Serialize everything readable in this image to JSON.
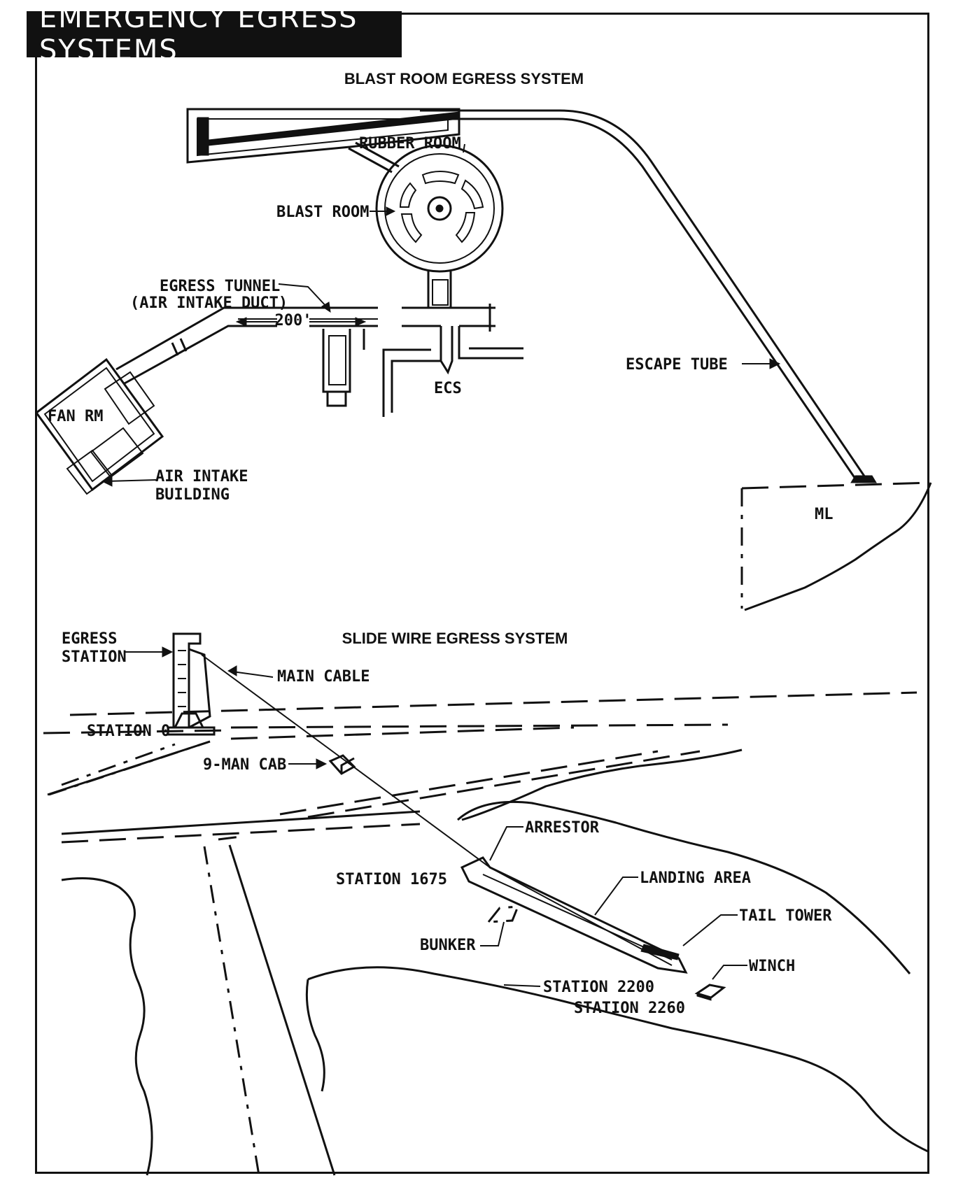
{
  "title": "EMERGENCY EGRESS SYSTEMS",
  "blast": {
    "heading": "BLAST ROOM EGRESS SYSTEM",
    "labels": {
      "rubber_room": "RUBBER ROOM",
      "blast_room": "BLAST ROOM",
      "egress_tunnel": "EGRESS TUNNEL",
      "air_intake_duct": "(AIR INTAKE DUCT)",
      "distance": "200'",
      "ecs": "ECS",
      "escape_tube": "ESCAPE TUBE",
      "fan_rm": "FAN RM",
      "air_intake": "AIR INTAKE",
      "building": "BUILDING",
      "ml": "ML"
    }
  },
  "slide": {
    "heading": "SLIDE WIRE EGRESS SYSTEM",
    "labels": {
      "egress": "EGRESS",
      "station": "STATION",
      "main_cable": "MAIN CABLE",
      "station_0": "STATION 0",
      "cab": "9-MAN CAB",
      "arrestor": "ARRESTOR",
      "station_1675": "STATION 1675",
      "landing_area": "LANDING AREA",
      "tail_tower": "TAIL TOWER",
      "bunker": "BUNKER",
      "winch": "WINCH",
      "station_2200": "STATION 2200",
      "station_2260": "STATION 2260"
    }
  }
}
